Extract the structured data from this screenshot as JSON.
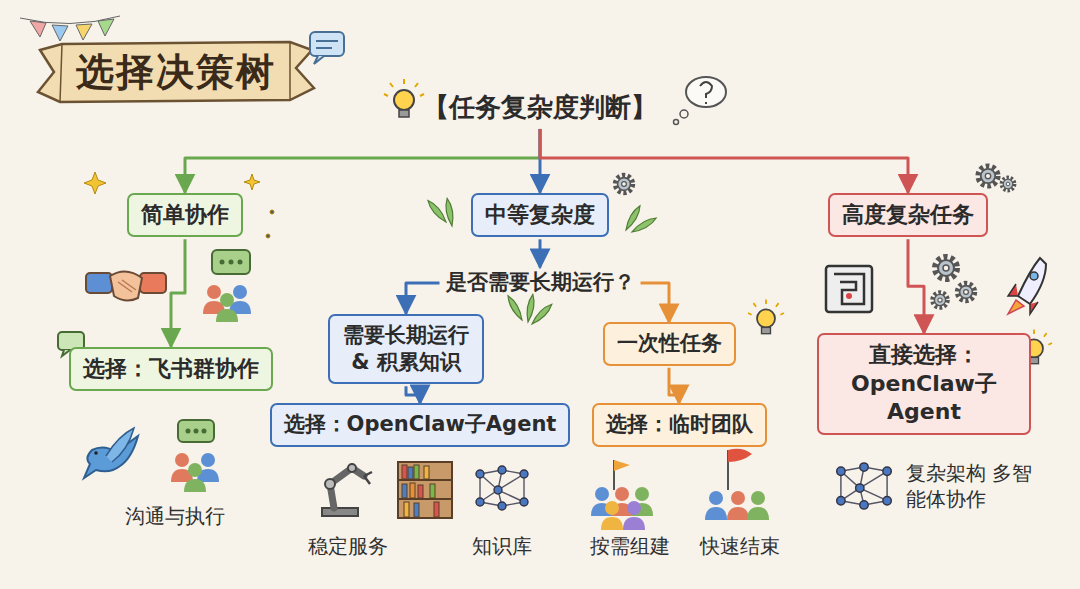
{
  "diagram": {
    "title": "选择决策树",
    "nodes": [
      {
        "text": [
          "【任务复杂度判断】"
        ]
      },
      {
        "text": [
          "简单协作"
        ]
      },
      {
        "text": [
          "中等复杂度"
        ]
      },
      {
        "text": [
          "高度复杂任务"
        ]
      },
      {
        "text": [
          "是否需要长期运行？"
        ]
      },
      {
        "text": [
          "需要长期运行 & 积累知识"
        ]
      },
      {
        "text": [
          "一次性任务"
        ]
      },
      {
        "text": [
          "选择：飞书群协作"
        ]
      },
      {
        "text": [
          "选择：OpenClaw子Agent"
        ]
      },
      {
        "text": [
          "选择：临时团队"
        ]
      },
      {
        "text": [
          "直接选择： OpenClaw子Agent"
        ]
      }
    ],
    "edges": [
      {
        "from": 0,
        "to": 1,
        "arrow": "to"
      },
      {
        "from": 0,
        "to": 2,
        "arrow": "to"
      },
      {
        "from": 0,
        "to": 3,
        "arrow": "to"
      },
      {
        "from": 1,
        "to": 7,
        "arrow": "to"
      },
      {
        "from": 2,
        "to": 4,
        "arrow": "to"
      },
      {
        "from": 4,
        "to": 5,
        "arrow": "to"
      },
      {
        "from": 4,
        "to": 6,
        "arrow": "to"
      },
      {
        "from": 5,
        "to": 8,
        "arrow": "to"
      },
      {
        "from": 6,
        "to": 9,
        "arrow": "to"
      },
      {
        "from": 3,
        "to": 10,
        "arrow": "to"
      }
    ],
    "labels": [
      "沟通与执行",
      "稳定服务",
      "知识库",
      "按需组建",
      "快速结束",
      "复杂架构 多智能体协作"
    ]
  }
}
